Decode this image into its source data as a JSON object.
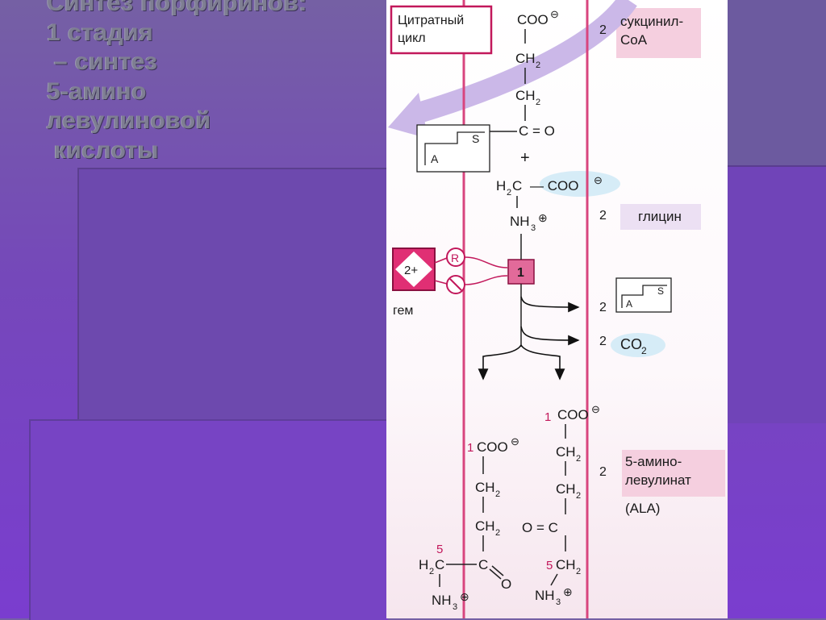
{
  "slide": {
    "title_lines": [
      "Синтез порфиринов:",
      "1 стадия",
      " – синтез",
      "5-амино",
      "левулиновой",
      " кислоты"
    ]
  },
  "figure": {
    "citrate_cycle": [
      "Цитратный",
      "цикл"
    ],
    "coo_minus": "COO",
    "minus_sign": "⊖",
    "plus_sign": "⊕",
    "ch2": "CH",
    "sub2": "2",
    "c_eq_o": "C = O",
    "plus": "+",
    "h2c": "H",
    "coo_dash": "— COO",
    "nh3": "NH",
    "sub3": "3",
    "coa_a": "A",
    "coa_s": "S",
    "stoich_succ": "2",
    "succinyl_coa": [
      "сукцинил-",
      "CoA"
    ],
    "stoich_gly": "2",
    "glycine": "глицин",
    "heme_charge": "2+",
    "heme_label": "гем",
    "reg_r": "R",
    "enzyme_num": "1",
    "stoich_coa_out": "2",
    "stoich_co2": "2",
    "co2": "CO",
    "co2_sub": "2",
    "carbon_1": "1",
    "carbon_5": "5",
    "o_eq_c": "O = C",
    "c_dash_o": "C",
    "o_atom": "O",
    "stoich_ala": "2",
    "ala_label": [
      "5-амино-",
      "левулинат",
      "(ALA)"
    ],
    "colors": {
      "pink_line": "#d8457e",
      "magenta": "#c2185b",
      "label_bg": "#f5cfdf",
      "co2_bg": "#cfe8f5",
      "glycine_bg": "#e9dcf2",
      "arrow_lilac": "#c9b6e6"
    }
  }
}
